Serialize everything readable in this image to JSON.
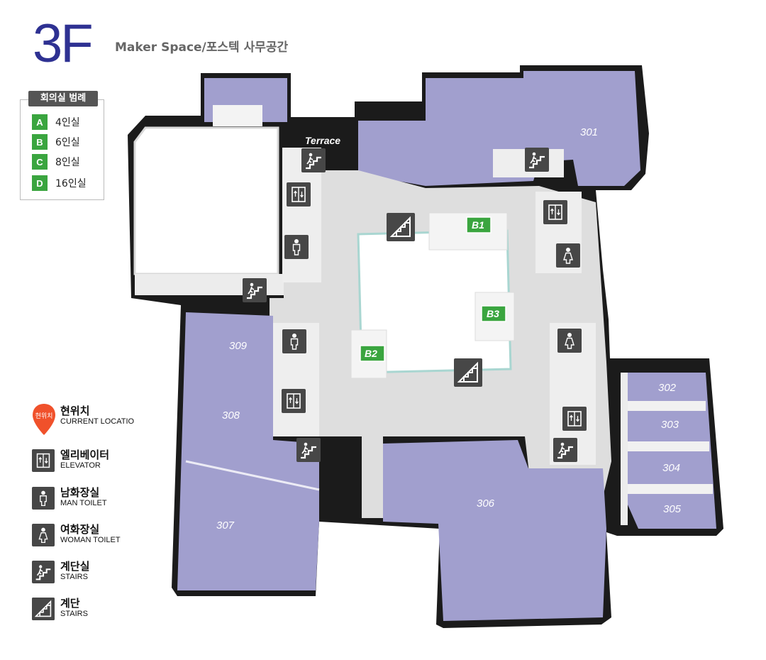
{
  "header": {
    "floor": "3F",
    "subtitle": "Maker Space/포스텍 사무공간"
  },
  "room_legend": {
    "title": "회의실 범례",
    "items": [
      {
        "letter": "A",
        "label": "4인실"
      },
      {
        "letter": "B",
        "label": "6인실"
      },
      {
        "letter": "C",
        "label": "8인실"
      },
      {
        "letter": "D",
        "label": "16인실"
      }
    ]
  },
  "rooms": [
    {
      "id": "301",
      "label": "301"
    },
    {
      "id": "302",
      "label": "302"
    },
    {
      "id": "303",
      "label": "303"
    },
    {
      "id": "304",
      "label": "304"
    },
    {
      "id": "305",
      "label": "305"
    },
    {
      "id": "306",
      "label": "306"
    },
    {
      "id": "307",
      "label": "307"
    },
    {
      "id": "308",
      "label": "308"
    },
    {
      "id": "309",
      "label": "309"
    }
  ],
  "terrace": "Terrace",
  "meeting_rooms": [
    {
      "id": "B1",
      "label": "B1"
    },
    {
      "id": "B2",
      "label": "B2"
    },
    {
      "id": "B3",
      "label": "B3"
    }
  ],
  "icon_legend": {
    "current": {
      "pin_text": "현위치",
      "label": "현위치",
      "sub": "CURRENT LOCATIO"
    },
    "items": [
      {
        "icon": "elevator-icon",
        "label": "엘리베이터",
        "sub": "ELEVATOR"
      },
      {
        "icon": "man-toilet-icon",
        "label": "남화장실",
        "sub": "MAN TOILET"
      },
      {
        "icon": "woman-toilet-icon",
        "label": "여화장실",
        "sub": "WOMAN TOILET"
      },
      {
        "icon": "stairwell-icon",
        "label": "계단실",
        "sub": "STAIRS"
      },
      {
        "icon": "stairs-icon",
        "label": "계단",
        "sub": "STAIRS"
      }
    ]
  },
  "colors": {
    "room": "#a19fce",
    "wall": "#1b1b1b",
    "corridor": "#dedede",
    "badge": "#3aa53f",
    "floor_title": "#2e3192",
    "pin": "#f0512b"
  }
}
